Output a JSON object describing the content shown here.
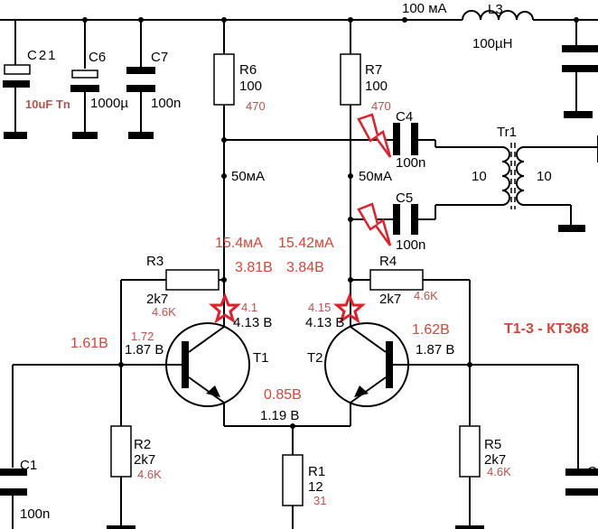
{
  "components": {
    "c21": "C21",
    "c21_value": "10uF Tn",
    "c6": "C6",
    "c6_value": "1000µ",
    "c7": "C7",
    "c7_value": "100n",
    "r6": "R6",
    "r6_value": "100",
    "r6_alt": "470",
    "r7": "R7",
    "r7_value": "100",
    "r7_alt": "470",
    "l3": "L3",
    "l3_value": "100µH",
    "c4": "C4",
    "c4_value": "100n",
    "c5": "C5",
    "c5_value": "100n",
    "tr1": "Tr1",
    "tr1_left": "10",
    "tr1_right": "10",
    "r3": "R3",
    "r3_value": "2k7",
    "r3_alt": "4.6K",
    "r4": "R4",
    "r4_value": "2k7",
    "r4_alt": "4.6K",
    "t1": "T1",
    "t2": "T2",
    "r2": "R2",
    "r2_value": "2k7",
    "r2_alt": "4.6K",
    "r5": "R5",
    "r5_value": "2k7",
    "r5_alt": "4.6K",
    "r1": "R1",
    "r1_value": "12",
    "r1_alt": "31",
    "c1": "C1",
    "c1_value": "100n",
    "c_right_partial": "C"
  },
  "labels": {
    "supply_current": "100 мА",
    "branch_current_left": "50мА",
    "branch_current_right": "50мА",
    "measured_current_left": "15.4мА",
    "measured_current_right": "15.42мА",
    "collector_v_left": "3.81В",
    "collector_v_right": "3.84В",
    "t1_collector_nominal": "4.13 В",
    "t1_collector_measured": "4.1",
    "t2_collector_nominal": "4.13 В",
    "t2_collector_measured": "4.15",
    "t1_base_nominal": "1.87 В",
    "t1_base_measured": "1.72",
    "t1_base_measured_big": "1.61В",
    "t2_base_nominal": "1.87 В",
    "t2_base_measured": "1.62В",
    "emitter_nominal": "1.19 В",
    "emitter_measured": "0.85В",
    "transistor_note": "T1-3 - КТ368"
  },
  "colors": {
    "annotation": "#d9443a",
    "marker": "#e0202a",
    "wire": "#000000"
  }
}
